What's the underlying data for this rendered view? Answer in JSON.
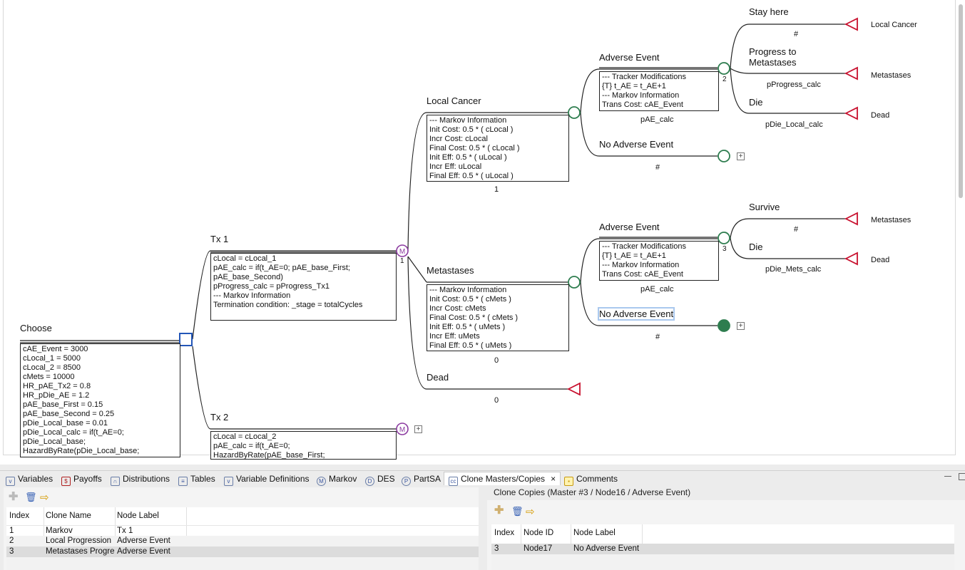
{
  "tree": {
    "choose": {
      "label": "Choose",
      "definitions": [
        "cAE_Event = 3000",
        "cLocal_1 = 5000",
        "cLocal_2 = 8500",
        "cMets = 10000",
        "HR_pAE_Tx2 = 0.8",
        "HR_pDie_AE = 1.2",
        "pAE_base_First = 0.15",
        "pAE_base_Second = 0.25",
        "pDie_Local_base = 0.01",
        "pDie_Local_calc = if(t_AE=0;",
        "pDie_Local_base;",
        "HazardByRate(pDie_Local_base;"
      ]
    },
    "tx1": {
      "label": "Tx 1",
      "markov_marker": "M",
      "clone_index": "1",
      "definitions": [
        "cLocal = cLocal_1",
        "pAE_calc = if(t_AE=0; pAE_base_First; pAE_base_Second)",
        "pProgress_calc = pProgress_Tx1",
        "--- Markov Information",
        "Termination condition: _stage = totalCycles"
      ]
    },
    "tx2": {
      "label": "Tx 2",
      "markov_marker": "M",
      "definitions": [
        "cLocal = cLocal_2",
        "pAE_calc = if(t_AE=0;",
        "HazardByRate(pAE_base_First;"
      ]
    },
    "local_cancer": {
      "label": "Local Cancer",
      "definitions": [
        "--- Markov Information",
        "Init Cost: 0.5 * ( cLocal )",
        "Incr Cost: cLocal",
        "Final Cost: 0.5 * ( cLocal )",
        "Init Eff: 0.5 * ( uLocal )",
        "Incr Eff: uLocal",
        "Final Eff: 0.5 * ( uLocal )"
      ],
      "prob": "1"
    },
    "metastases": {
      "label": "Metastases",
      "definitions": [
        "--- Markov Information",
        "Init Cost: 0.5 * ( cMets )",
        "Incr Cost: cMets",
        "Final Cost: 0.5 * ( cMets )",
        "Init Eff: 0.5 * ( uMets )",
        "Incr Eff: uMets",
        "Final Eff: 0.5 * ( uMets )"
      ],
      "prob": "0"
    },
    "dead": {
      "label": "Dead",
      "prob": "0"
    },
    "ae_local": {
      "label": "Adverse Event",
      "clone_index": "2",
      "definitions": [
        "--- Tracker Modifications",
        "{T} t_AE = t_AE+1",
        "--- Markov Information",
        "Trans Cost: cAE_Event"
      ],
      "prob": "pAE_calc"
    },
    "nae_local": {
      "label": "No Adverse Event",
      "prob": "#"
    },
    "ae_mets": {
      "label": "Adverse Event",
      "clone_index": "3",
      "definitions": [
        "--- Tracker Modifications",
        "{T} t_AE = t_AE+1",
        "--- Markov Information",
        "Trans Cost: cAE_Event"
      ],
      "prob": "pAE_calc"
    },
    "nae_mets": {
      "label": "No Adverse Event",
      "prob": "#"
    },
    "stay": {
      "label": "Stay here",
      "prob": "#",
      "jump": "Local Cancer"
    },
    "progress": {
      "label": "Progress to Metastases",
      "prob": "pProgress_calc",
      "jump": "Metastases"
    },
    "die_local": {
      "label": "Die",
      "prob": "pDie_Local_calc",
      "jump": "Dead"
    },
    "survive": {
      "label": "Survive",
      "prob": "#",
      "jump": "Metastases"
    },
    "die_mets": {
      "label": "Die",
      "prob": "pDie_Mets_calc",
      "jump": "Dead"
    },
    "plus": "+"
  },
  "tabs": [
    "Variables",
    "Payoffs",
    "Distributions",
    "Tables",
    "Variable Definitions",
    "Markov",
    "DES",
    "PartSA",
    "Clone Masters/Copies",
    "Comments"
  ],
  "tab_close": "×",
  "clone_masters": {
    "columns": [
      "Index",
      "Clone Name",
      "Node Label"
    ],
    "rows": [
      {
        "index": "1",
        "name": "Markov",
        "label": "Tx 1"
      },
      {
        "index": "2",
        "name": "Local Progression",
        "label": "Adverse Event"
      },
      {
        "index": "3",
        "name": "Metastases Progre",
        "label": "Adverse Event"
      }
    ]
  },
  "clone_copies": {
    "title": "Clone Copies (Master #3 / Node16 / Adverse Event)",
    "columns": [
      "Index",
      "Node ID",
      "Node Label"
    ],
    "rows": [
      {
        "index": "3",
        "node_id": "Node17",
        "label": "No Adverse Event"
      }
    ]
  },
  "colors": {
    "markov": "#8b3aa0",
    "chance": "#2e7d4f",
    "terminal": "#c8102e",
    "decision": "#2356b8"
  }
}
